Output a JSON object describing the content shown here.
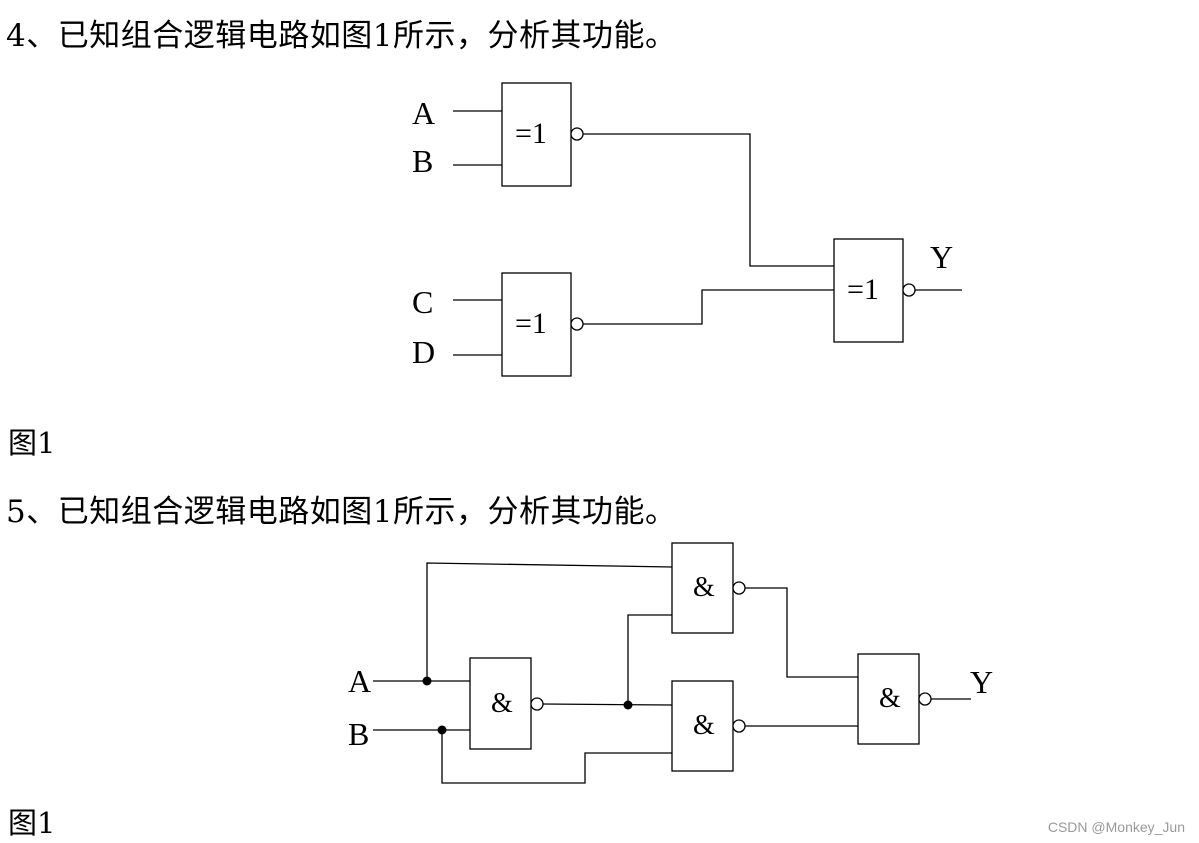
{
  "questions": [
    {
      "heading": "4、已知组合逻辑电路如图1所示，分析其功能。",
      "caption": "图1",
      "inputs": [
        "A",
        "B",
        "C",
        "D"
      ],
      "gate_symbol": "=1",
      "output": "Y"
    },
    {
      "heading": "5、已知组合逻辑电路如图1所示，分析其功能。",
      "caption": "图1",
      "inputs": [
        "A",
        "B"
      ],
      "gate_symbol": "&",
      "output": "Y"
    }
  ],
  "watermark": "CSDN @Monkey_Jun"
}
